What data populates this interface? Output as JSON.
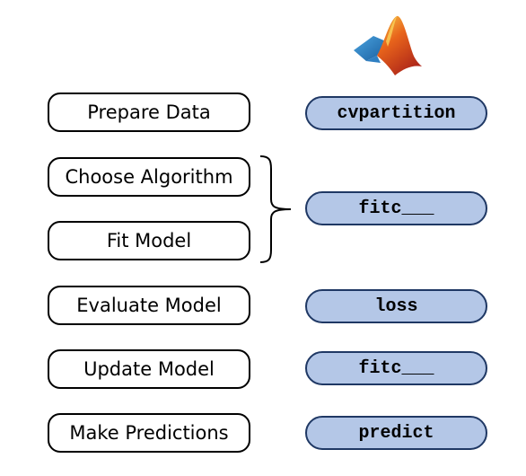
{
  "logo": {
    "icon": "matlab-membrane-logo-icon"
  },
  "steps": [
    {
      "label": "Prepare Data"
    },
    {
      "label": "Choose Algorithm"
    },
    {
      "label": "Fit Model"
    },
    {
      "label": "Evaluate Model"
    },
    {
      "label": "Update Model"
    },
    {
      "label": "Make Predictions"
    }
  ],
  "functions": [
    {
      "label": "cvpartition"
    },
    {
      "label": "fitc___"
    },
    {
      "label": "loss"
    },
    {
      "label": "fitc___"
    },
    {
      "label": "predict"
    }
  ],
  "colors": {
    "function_fill": "#b4c7e7",
    "function_border": "#1f3864",
    "step_border": "#000000"
  }
}
